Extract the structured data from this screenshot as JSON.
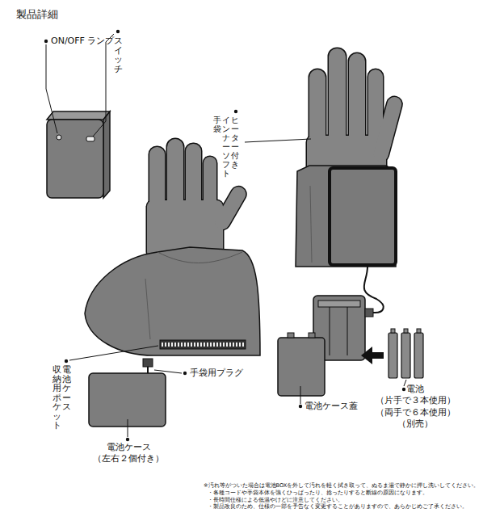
{
  "diagram": {
    "title": "製品詳細",
    "labels": [
      "ON/OFF ランプ",
      "スイッチ",
      "ヒーター付き インナーソフト 手袋",
      "電池ケース 収納用ポケット",
      "手袋用プラグ",
      "電池ケース蓋",
      "電池 （片手で３本使用） （両手で６本使用） （別売）",
      "電池ケース （左右２個付き）",
      "※汚れ等がついた場合は電池BOXを外して汚れを軽く拭き取って、ぬるま湯で静かに押し洗いしてください。",
      "・各種コードや手袋本体を強くひっぱったり、捻ったりすると断線の原因になります。",
      "・長時間仕様による低温やけどに注意してください。",
      "・製品改良のため、仕様の一部を予告なく変更することがありますので、あらかじめご了承ください。"
    ]
  }
}
